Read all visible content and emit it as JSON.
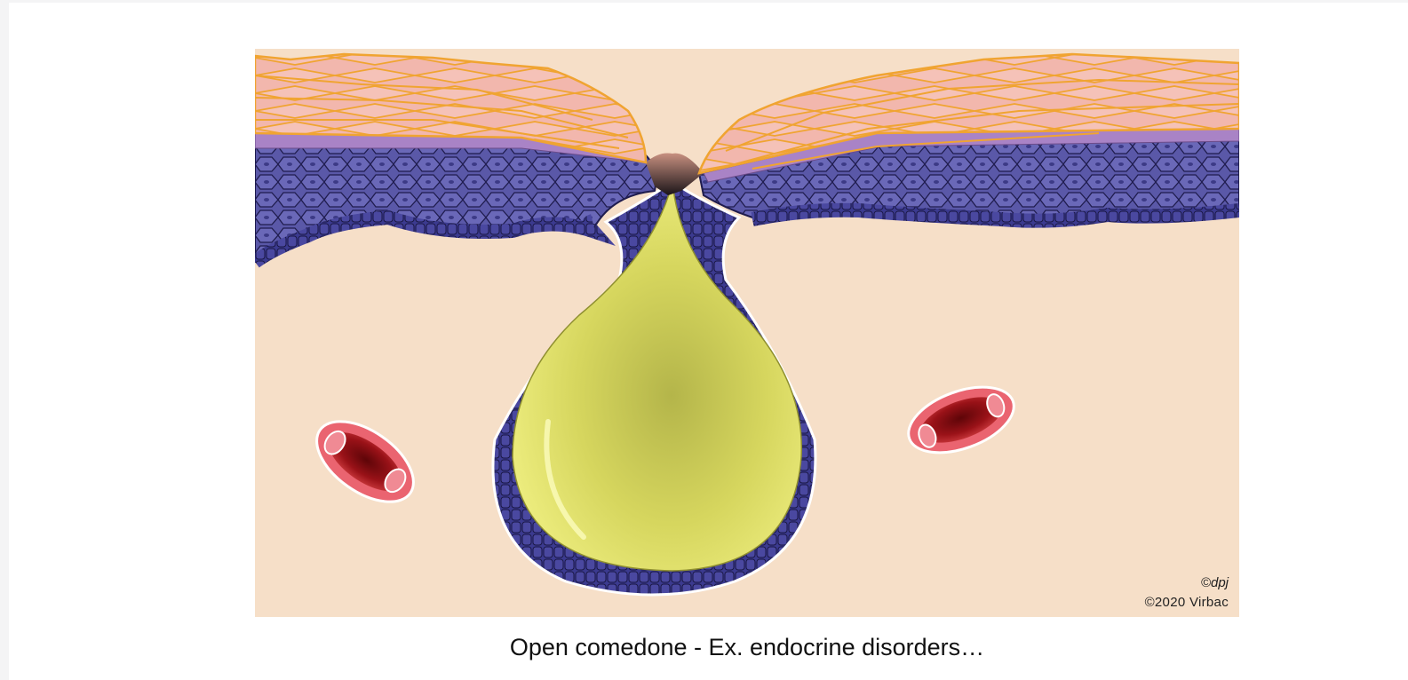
{
  "figure": {
    "caption": "Open comedone - Ex. endocrine disorders…",
    "credits": {
      "author": "©dpj",
      "copyright": "©2020 Virbac"
    }
  },
  "colors": {
    "dermis": "#f6dfc8",
    "stratum_corneum": "#f2b7ad",
    "corneum_outline": "#f0a431",
    "granular_layer": "#a983c6",
    "epidermis_cells": "#5a58a8",
    "cell_outline": "#1f1c4e",
    "basal_layer": "#3b3a8f",
    "sebum_plug": "#dede63",
    "sebum_plug_center": "#b4b54a",
    "vessel_wall": "#ea6470",
    "vessel_lumen": "#8c0f14"
  }
}
